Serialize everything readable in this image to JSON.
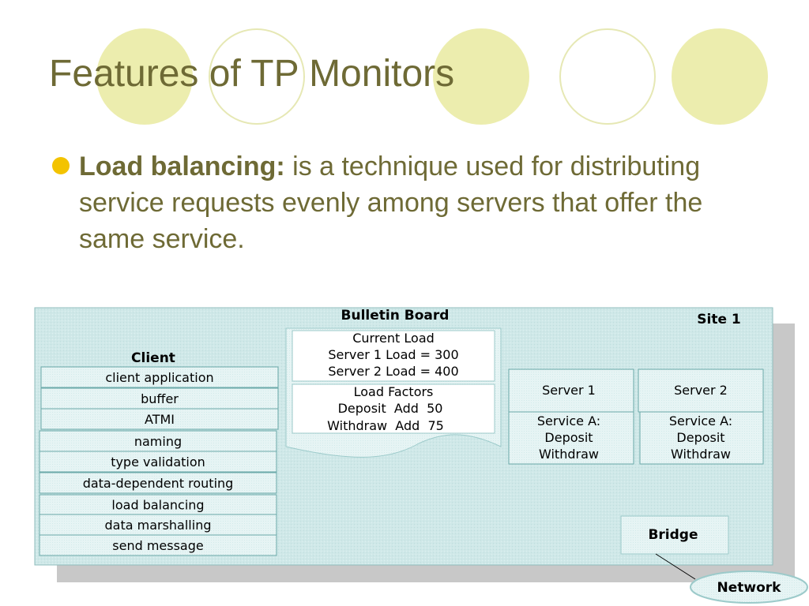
{
  "slide": {
    "title": "Features of TP Monitors",
    "bullet": {
      "term": "Load balancing:",
      "text": " is a technique used for distributing service requests evenly among servers that offer the same service."
    }
  },
  "diagram": {
    "site_label": "Site 1",
    "client": {
      "heading": "Client",
      "layers": [
        "client application",
        "buffer",
        "ATMI",
        "naming",
        "type validation",
        "data-dependent routing",
        "load balancing",
        "data marshalling",
        "send message"
      ]
    },
    "bulletin_board": {
      "heading": "Bulletin Board",
      "current_load": [
        "Current Load",
        "Server 1 Load = 300",
        "Server 2 Load = 400"
      ],
      "load_factors": [
        "Load Factors",
        "Deposit  Add  50",
        "Withdraw  Add  75"
      ]
    },
    "servers": [
      {
        "name": "Server 1",
        "service": [
          "Service A:",
          "Deposit",
          "Withdraw"
        ]
      },
      {
        "name": "Server 2",
        "service": [
          "Service A:",
          "Deposit",
          "Withdraw"
        ]
      }
    ],
    "bridge": "Bridge",
    "network": "Network"
  }
}
